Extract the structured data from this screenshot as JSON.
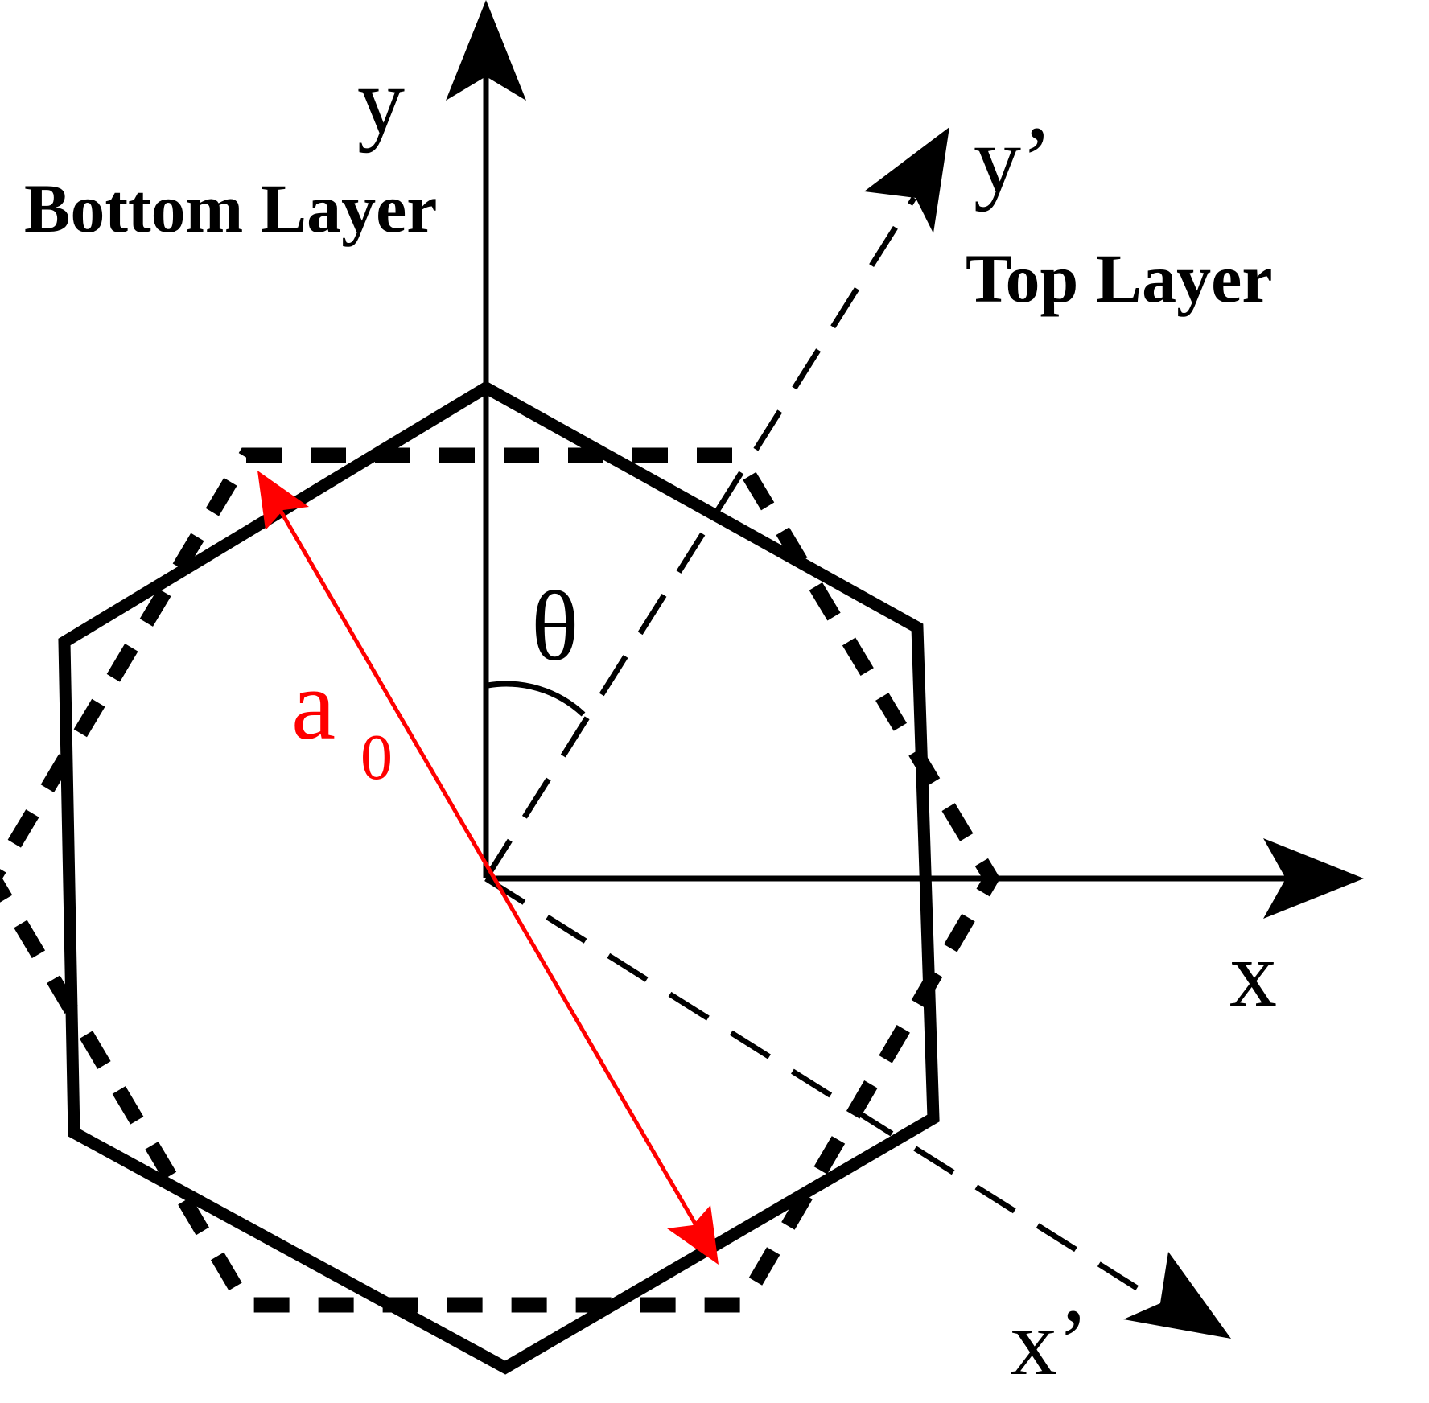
{
  "labels": {
    "y_axis": "y",
    "x_axis": "x",
    "y_prime": "y’",
    "x_prime": "x’",
    "bottom_layer": "Bottom Layer",
    "top_layer": "Top Layer",
    "theta": "θ",
    "lattice_constant_main": "a",
    "lattice_constant_sub": "0"
  },
  "colors": {
    "ink": "#000000",
    "highlight": "#ff0000",
    "background": "#ffffff"
  }
}
